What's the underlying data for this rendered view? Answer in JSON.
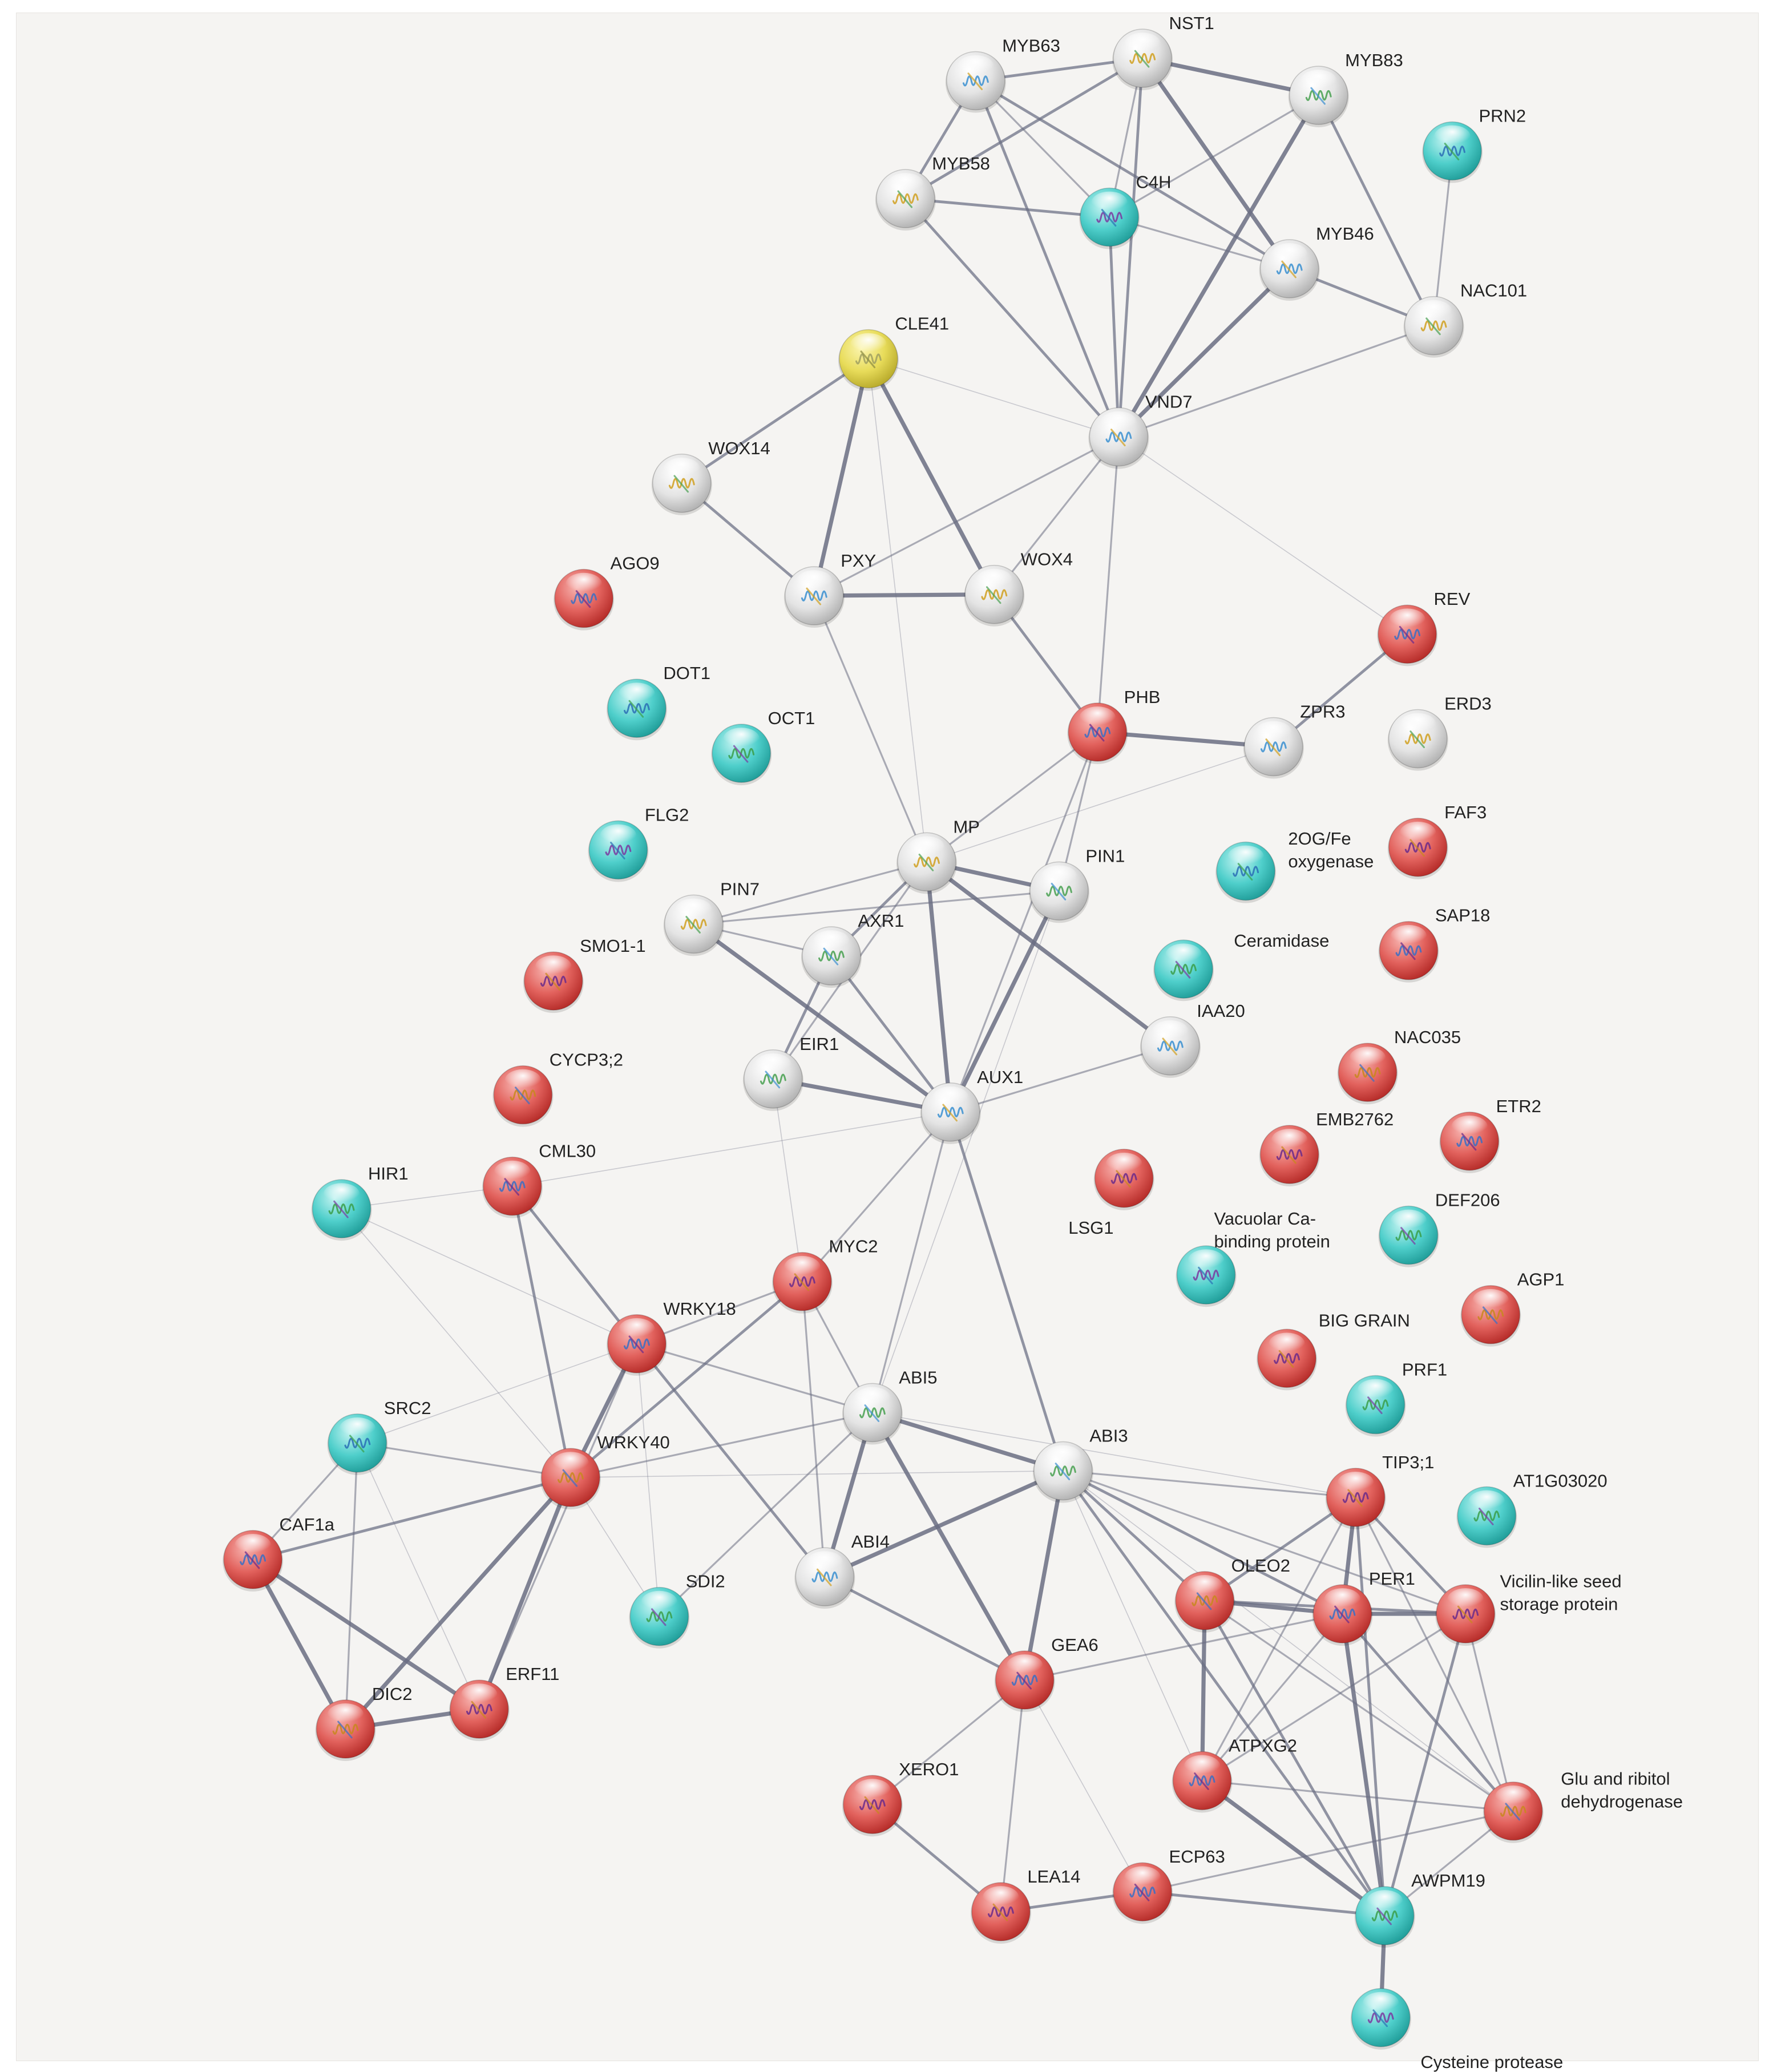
{
  "palette": {
    "red": {
      "light": "#f7b4b0",
      "mid": "#e2625d",
      "dark": "#b42a27"
    },
    "cyan": {
      "light": "#c3f3f1",
      "mid": "#4fcfcb",
      "dark": "#1f9c98"
    },
    "grey": {
      "light": "#ffffff",
      "mid": "#e4e4e4",
      "dark": "#b0b0b0"
    },
    "yellow": {
      "light": "#fbf5b0",
      "mid": "#e8dc5a",
      "dark": "#b7a92a"
    }
  },
  "nodes": [
    {
      "id": "MYB63",
      "label": "MYB63",
      "color": "grey"
    },
    {
      "id": "NST1",
      "label": "NST1",
      "color": "grey"
    },
    {
      "id": "MYB83",
      "label": "MYB83",
      "color": "grey"
    },
    {
      "id": "PRN2",
      "label": "PRN2",
      "color": "cyan"
    },
    {
      "id": "MYB58",
      "label": "MYB58",
      "color": "grey"
    },
    {
      "id": "C4H",
      "label": "C4H",
      "color": "cyan"
    },
    {
      "id": "MYB46",
      "label": "MYB46",
      "color": "grey"
    },
    {
      "id": "NAC101",
      "label": "NAC101",
      "color": "grey"
    },
    {
      "id": "CLE41",
      "label": "CLE41",
      "color": "yellow"
    },
    {
      "id": "VND7",
      "label": "VND7",
      "color": "grey"
    },
    {
      "id": "WOX14",
      "label": "WOX14",
      "color": "grey"
    },
    {
      "id": "AGO9",
      "label": "AGO9",
      "color": "red"
    },
    {
      "id": "PXY",
      "label": "PXY",
      "color": "grey"
    },
    {
      "id": "WOX4",
      "label": "WOX4",
      "color": "grey"
    },
    {
      "id": "REV",
      "label": "REV",
      "color": "red"
    },
    {
      "id": "DOT1",
      "label": "DOT1",
      "color": "cyan"
    },
    {
      "id": "OCT1",
      "label": "OCT1",
      "color": "cyan"
    },
    {
      "id": "PHB",
      "label": "PHB",
      "color": "red"
    },
    {
      "id": "ZPR3",
      "label": "ZPR3",
      "color": "grey"
    },
    {
      "id": "ERD3",
      "label": "ERD3",
      "color": "grey"
    },
    {
      "id": "FLG2",
      "label": "FLG2",
      "color": "cyan"
    },
    {
      "id": "FAF3",
      "label": "FAF3",
      "color": "red"
    },
    {
      "id": "MP",
      "label": "MP",
      "color": "grey"
    },
    {
      "id": "PIN1",
      "label": "PIN1",
      "color": "grey"
    },
    {
      "id": "2OG",
      "label": "2OG/Fe|oxygenase",
      "color": "cyan"
    },
    {
      "id": "PIN7",
      "label": "PIN7",
      "color": "grey"
    },
    {
      "id": "AXR1",
      "label": "AXR1",
      "color": "grey"
    },
    {
      "id": "SMO1-1",
      "label": "SMO1-1",
      "color": "red"
    },
    {
      "id": "Ceramidase",
      "label": "Ceramidase",
      "color": "cyan"
    },
    {
      "id": "SAP18",
      "label": "SAP18",
      "color": "red"
    },
    {
      "id": "IAA20",
      "label": "IAA20",
      "color": "grey"
    },
    {
      "id": "CYCP3;2",
      "label": "CYCP3;2",
      "color": "red"
    },
    {
      "id": "EIR1",
      "label": "EIR1",
      "color": "grey"
    },
    {
      "id": "AUX1",
      "label": "AUX1",
      "color": "grey"
    },
    {
      "id": "NAC035",
      "label": "NAC035",
      "color": "red"
    },
    {
      "id": "ETR2",
      "label": "ETR2",
      "color": "red"
    },
    {
      "id": "EMB2762",
      "label": "EMB2762",
      "color": "red"
    },
    {
      "id": "HIR1",
      "label": "HIR1",
      "color": "cyan"
    },
    {
      "id": "CML30",
      "label": "CML30",
      "color": "red"
    },
    {
      "id": "LSG1",
      "label": "LSG1",
      "color": "red"
    },
    {
      "id": "DEF206",
      "label": "DEF206",
      "color": "cyan"
    },
    {
      "id": "VacCa",
      "label": "Vacuolar Ca-|binding protein",
      "color": "cyan"
    },
    {
      "id": "MYC2",
      "label": "MYC2",
      "color": "red"
    },
    {
      "id": "AGP1",
      "label": "AGP1",
      "color": "red"
    },
    {
      "id": "WRKY18",
      "label": "WRKY18",
      "color": "red"
    },
    {
      "id": "BIGGRAIN",
      "label": "BIG GRAIN",
      "color": "red"
    },
    {
      "id": "PRF1",
      "label": "PRF1",
      "color": "cyan"
    },
    {
      "id": "ABI5",
      "label": "ABI5",
      "color": "grey"
    },
    {
      "id": "SRC2",
      "label": "SRC2",
      "color": "cyan"
    },
    {
      "id": "WRKY40",
      "label": "WRKY40",
      "color": "red"
    },
    {
      "id": "ABI3",
      "label": "ABI3",
      "color": "grey"
    },
    {
      "id": "TIP3;1",
      "label": "TIP3;1",
      "color": "red"
    },
    {
      "id": "AT1G03020",
      "label": "AT1G03020",
      "color": "cyan"
    },
    {
      "id": "CAF1a",
      "label": "CAF1a",
      "color": "red"
    },
    {
      "id": "ABI4",
      "label": "ABI4",
      "color": "grey"
    },
    {
      "id": "OLEO2",
      "label": "OLEO2",
      "color": "red"
    },
    {
      "id": "PER1",
      "label": "PER1",
      "color": "red"
    },
    {
      "id": "Vicilin",
      "label": "Vicilin-like seed|storage protein",
      "color": "red"
    },
    {
      "id": "SDI2",
      "label": "SDI2",
      "color": "cyan"
    },
    {
      "id": "GEA6",
      "label": "GEA6",
      "color": "red"
    },
    {
      "id": "ERF11",
      "label": "ERF11",
      "color": "red"
    },
    {
      "id": "DIC2",
      "label": "DIC2",
      "color": "red"
    },
    {
      "id": "ATPXG2",
      "label": "ATPXG2",
      "color": "red"
    },
    {
      "id": "XERO1",
      "label": "XERO1",
      "color": "red"
    },
    {
      "id": "GluRib",
      "label": "Glu and ribitol|dehydrogenase",
      "color": "red"
    },
    {
      "id": "ECP63",
      "label": "ECP63",
      "color": "red"
    },
    {
      "id": "LEA14",
      "label": "LEA14",
      "color": "red"
    },
    {
      "id": "AWPM19",
      "label": "AWPM19",
      "color": "cyan"
    },
    {
      "id": "CysProt",
      "label": "Cysteine protease",
      "color": "cyan"
    }
  ],
  "edges": [
    [
      "MYB63",
      "NST1",
      2
    ],
    [
      "MYB63",
      "MYB58",
      2
    ],
    [
      "MYB63",
      "C4H",
      1
    ],
    [
      "MYB63",
      "MYB46",
      2
    ],
    [
      "MYB63",
      "VND7",
      2
    ],
    [
      "NST1",
      "MYB83",
      3
    ],
    [
      "NST1",
      "MYB58",
      2
    ],
    [
      "NST1",
      "C4H",
      1
    ],
    [
      "NST1",
      "MYB46",
      3
    ],
    [
      "NST1",
      "VND7",
      2
    ],
    [
      "MYB83",
      "C4H",
      1
    ],
    [
      "MYB83",
      "NAC101",
      2
    ],
    [
      "MYB83",
      "VND7",
      3
    ],
    [
      "PRN2",
      "NAC101",
      1
    ],
    [
      "MYB58",
      "C4H",
      2
    ],
    [
      "MYB58",
      "VND7",
      2
    ],
    [
      "C4H",
      "MYB46",
      1
    ],
    [
      "C4H",
      "VND7",
      2
    ],
    [
      "MYB46",
      "NAC101",
      2
    ],
    [
      "MYB46",
      "VND7",
      3
    ],
    [
      "NAC101",
      "VND7",
      1
    ],
    [
      "CLE41",
      "VND7",
      0
    ],
    [
      "CLE41",
      "WOX14",
      2
    ],
    [
      "CLE41",
      "PXY",
      3
    ],
    [
      "CLE41",
      "WOX4",
      3
    ],
    [
      "CLE41",
      "MP",
      0
    ],
    [
      "VND7",
      "PXY",
      1
    ],
    [
      "VND7",
      "WOX4",
      1
    ],
    [
      "VND7",
      "PHB",
      1
    ],
    [
      "VND7",
      "REV",
      0
    ],
    [
      "WOX14",
      "PXY",
      2
    ],
    [
      "PXY",
      "WOX4",
      3
    ],
    [
      "PXY",
      "MP",
      1
    ],
    [
      "WOX4",
      "PHB",
      2
    ],
    [
      "REV",
      "ZPR3",
      2
    ],
    [
      "PHB",
      "ZPR3",
      3
    ],
    [
      "PHB",
      "MP",
      1
    ],
    [
      "PHB",
      "PIN1",
      1
    ],
    [
      "PHB",
      "AUX1",
      1
    ],
    [
      "ZPR3",
      "MP",
      0
    ],
    [
      "MP",
      "PIN1",
      3
    ],
    [
      "MP",
      "PIN7",
      1
    ],
    [
      "MP",
      "AXR1",
      2
    ],
    [
      "MP",
      "AUX1",
      3
    ],
    [
      "MP",
      "IAA20",
      3
    ],
    [
      "MP",
      "EIR1",
      1
    ],
    [
      "PIN1",
      "PIN7",
      1
    ],
    [
      "PIN1",
      "AUX1",
      3
    ],
    [
      "PIN1",
      "ABI5",
      0
    ],
    [
      "PIN7",
      "AXR1",
      1
    ],
    [
      "PIN7",
      "AUX1",
      3
    ],
    [
      "AXR1",
      "EIR1",
      2
    ],
    [
      "AXR1",
      "AUX1",
      2
    ],
    [
      "EIR1",
      "AUX1",
      3
    ],
    [
      "EIR1",
      "MYC2",
      0
    ],
    [
      "AUX1",
      "IAA20",
      1
    ],
    [
      "AUX1",
      "CML30",
      0
    ],
    [
      "AUX1",
      "MYC2",
      1
    ],
    [
      "AUX1",
      "ABI5",
      1
    ],
    [
      "AUX1",
      "ABI3",
      2
    ],
    [
      "HIR1",
      "CML30",
      0
    ],
    [
      "HIR1",
      "WRKY18",
      0
    ],
    [
      "HIR1",
      "WRKY40",
      0
    ],
    [
      "CML30",
      "WRKY18",
      2
    ],
    [
      "CML30",
      "WRKY40",
      2
    ],
    [
      "MYC2",
      "WRKY18",
      1
    ],
    [
      "MYC2",
      "WRKY40",
      2
    ],
    [
      "MYC2",
      "ABI5",
      1
    ],
    [
      "MYC2",
      "ABI4",
      1
    ],
    [
      "WRKY18",
      "WRKY40",
      3
    ],
    [
      "WRKY18",
      "SRC2",
      0
    ],
    [
      "WRKY18",
      "ABI5",
      1
    ],
    [
      "WRKY18",
      "ABI4",
      2
    ],
    [
      "WRKY18",
      "SDI2",
      0
    ],
    [
      "WRKY18",
      "ERF11",
      1
    ],
    [
      "SRC2",
      "WRKY40",
      1
    ],
    [
      "SRC2",
      "DIC2",
      1
    ],
    [
      "SRC2",
      "ERF11",
      0
    ],
    [
      "SRC2",
      "CAF1a",
      1
    ],
    [
      "WRKY40",
      "ABI5",
      1
    ],
    [
      "WRKY40",
      "ABI3",
      0
    ],
    [
      "WRKY40",
      "CAF1a",
      2
    ],
    [
      "WRKY40",
      "DIC2",
      3
    ],
    [
      "WRKY40",
      "ERF11",
      3
    ],
    [
      "WRKY40",
      "SDI2",
      0
    ],
    [
      "ABI5",
      "ABI3",
      3
    ],
    [
      "ABI5",
      "ABI4",
      3
    ],
    [
      "ABI5",
      "GEA6",
      3
    ],
    [
      "ABI5",
      "SDI2",
      1
    ],
    [
      "ABI5",
      "TIP3;1",
      0
    ],
    [
      "ABI3",
      "ABI4",
      3
    ],
    [
      "ABI3",
      "GEA6",
      3
    ],
    [
      "ABI3",
      "OLEO2",
      2
    ],
    [
      "ABI3",
      "PER1",
      2
    ],
    [
      "ABI3",
      "Vicilin",
      1
    ],
    [
      "ABI3",
      "TIP3;1",
      1
    ],
    [
      "ABI3",
      "AWPM19",
      2
    ],
    [
      "ABI3",
      "ATPXG2",
      0
    ],
    [
      "ABI3",
      "GluRib",
      0
    ],
    [
      "ABI4",
      "GEA6",
      2
    ],
    [
      "CAF1a",
      "DIC2",
      3
    ],
    [
      "CAF1a",
      "ERF11",
      3
    ],
    [
      "DIC2",
      "ERF11",
      3
    ],
    [
      "GEA6",
      "XERO1",
      1
    ],
    [
      "GEA6",
      "LEA14",
      1
    ],
    [
      "GEA6",
      "ECP63",
      0
    ],
    [
      "GEA6",
      "PER1",
      1
    ],
    [
      "XERO1",
      "LEA14",
      2
    ],
    [
      "LEA14",
      "ECP63",
      2
    ],
    [
      "ECP63",
      "AWPM19",
      2
    ],
    [
      "ECP63",
      "GluRib",
      1
    ],
    [
      "TIP3;1",
      "OLEO2",
      2
    ],
    [
      "TIP3;1",
      "PER1",
      3
    ],
    [
      "TIP3;1",
      "Vicilin",
      2
    ],
    [
      "TIP3;1",
      "ATPXG2",
      1
    ],
    [
      "TIP3;1",
      "AWPM19",
      2
    ],
    [
      "TIP3;1",
      "GluRib",
      1
    ],
    [
      "OLEO2",
      "PER1",
      3
    ],
    [
      "OLEO2",
      "Vicilin",
      2
    ],
    [
      "OLEO2",
      "ATPXG2",
      3
    ],
    [
      "OLEO2",
      "AWPM19",
      2
    ],
    [
      "OLEO2",
      "GluRib",
      1
    ],
    [
      "PER1",
      "Vicilin",
      3
    ],
    [
      "PER1",
      "ATPXG2",
      1
    ],
    [
      "PER1",
      "AWPM19",
      3
    ],
    [
      "PER1",
      "GluRib",
      2
    ],
    [
      "Vicilin",
      "ATPXG2",
      1
    ],
    [
      "Vicilin",
      "AWPM19",
      2
    ],
    [
      "Vicilin",
      "GluRib",
      1
    ],
    [
      "ATPXG2",
      "AWPM19",
      3
    ],
    [
      "ATPXG2",
      "GluRib",
      1
    ],
    [
      "AWPM19",
      "GluRib",
      1
    ],
    [
      "AWPM19",
      "CysProt",
      3
    ]
  ]
}
